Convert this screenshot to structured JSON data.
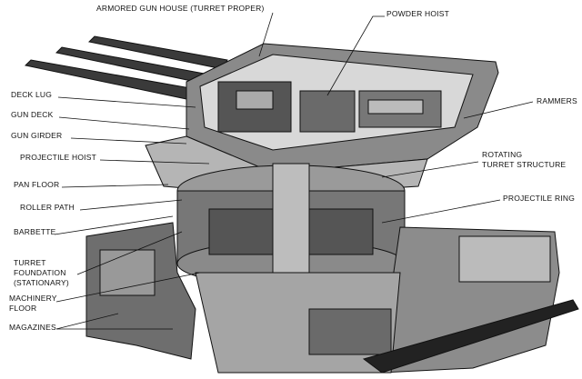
{
  "title_labels": {
    "armored_gun_house": "ARMORED GUN HOUSE (TURRET PROPER)",
    "powder_hoist": "POWDER HOIST",
    "deck_lug": "DECK LUG",
    "gun_deck": "GUN DECK",
    "gun_girder": "GUN GIRDER",
    "projectile_hoist": "PROJECTILE HOIST",
    "pan_floor": "PAN FLOOR",
    "roller_path": "ROLLER PATH",
    "barbette": "BARBETTE",
    "turret_foundation_1": "TURRET",
    "turret_foundation_2": "FOUNDATION",
    "turret_foundation_3": "(STATIONARY)",
    "machinery_floor_1": "MACHINERY",
    "machinery_floor_2": "FLOOR",
    "magazines": "MAGAZINES",
    "rammers": "RAMMERS",
    "rotating_turret_1": "ROTATING",
    "rotating_turret_2": "TURRET STRUCTURE",
    "projectile_ring": "PROJECTILE RING"
  }
}
